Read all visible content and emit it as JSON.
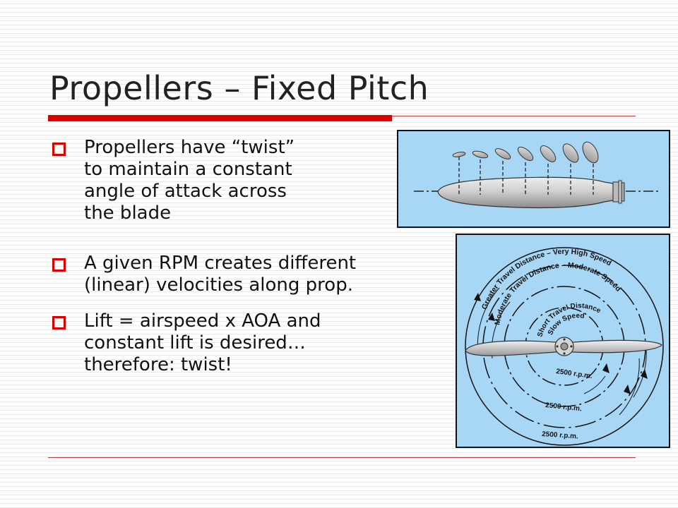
{
  "slide": {
    "title": "Propellers – Fixed Pitch",
    "colors": {
      "accent": "#dd0000",
      "figure_background": "#a8d6f5"
    }
  },
  "bullets": [
    {
      "text": "Propellers have “twist”\nto maintain a constant\nangle of attack across\nthe blade"
    },
    {
      "text": "A given RPM creates different\n(linear) velocities along prop."
    },
    {
      "text": "Lift = airspeed x AOA and\nconstant lift is desired…\ntherefore: twist!"
    }
  ],
  "diagram": {
    "arc_labels": [
      "Greater Travel Distance – Very High Speed",
      "Moderate Travel Distance – Moderate Speed",
      "Short Travel Distance",
      "Slow Speed"
    ],
    "rpm_label": "2500 r.p.m."
  }
}
